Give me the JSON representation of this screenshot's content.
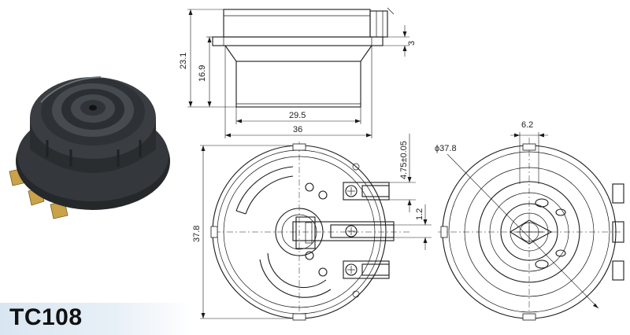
{
  "model": "TC108",
  "dimensions": {
    "overall_height": "23.1",
    "body_height": "16.9",
    "flange_thickness": "3",
    "inner_width": "29.5",
    "outer_width": "36",
    "pin_thickness": "4.75±0.05",
    "pin_gap": "1.2",
    "base_diameter": "37.8",
    "bore_diameter": "ϕ37.8",
    "slot_width": "6.2"
  },
  "colors": {
    "banner": "#d9e6f2",
    "part_body": "#2b2f33",
    "terminal": "#c9a24a"
  }
}
